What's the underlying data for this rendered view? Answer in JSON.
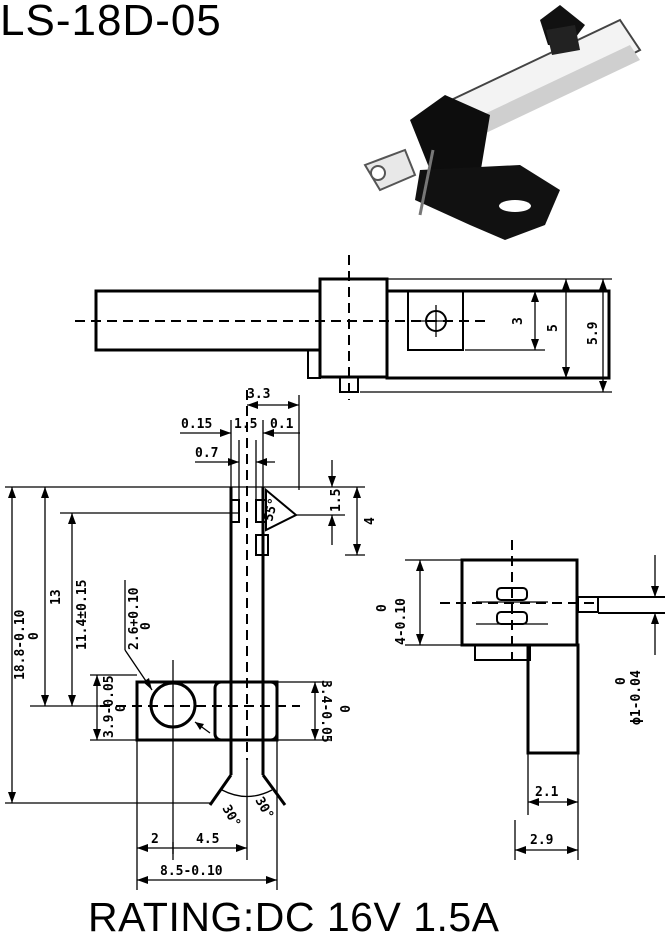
{
  "title": "LS-18D-05",
  "rating": "RATING:DC 16V 1.5A",
  "dimensions": {
    "d3": "3",
    "d5": "5",
    "d5_9": "5.9",
    "d3_3": "3.3",
    "d0_15": "0.15",
    "d1_5_top": "1.5",
    "d0_1": "0.1",
    "d0_7": "0.7",
    "d1_5_side": "1.5",
    "d4": "4",
    "d55deg": "55°",
    "d18_8": "18.8-0.10",
    "d18_8_sup": "0",
    "d13": "13",
    "d11_4": "11.4±0.15",
    "d2_6": "2.6+0.10",
    "d2_6_sup": "0",
    "d3_9": "3.9-0.05",
    "d3_9_sup": "0",
    "d3_4": "3.4-0.05",
    "d3_4_sup": "0",
    "d30a": "30°",
    "d30b": "30°",
    "d2": "2",
    "d4_5": "4.5",
    "d8_5": "8.5-0.10",
    "d4_0_10": "4-0.10",
    "d4_sup": "0",
    "d_phi1": "ϕ1-0.04",
    "d_phi1_sup": "0",
    "d2_1": "2.1",
    "d2_9": "2.9"
  }
}
